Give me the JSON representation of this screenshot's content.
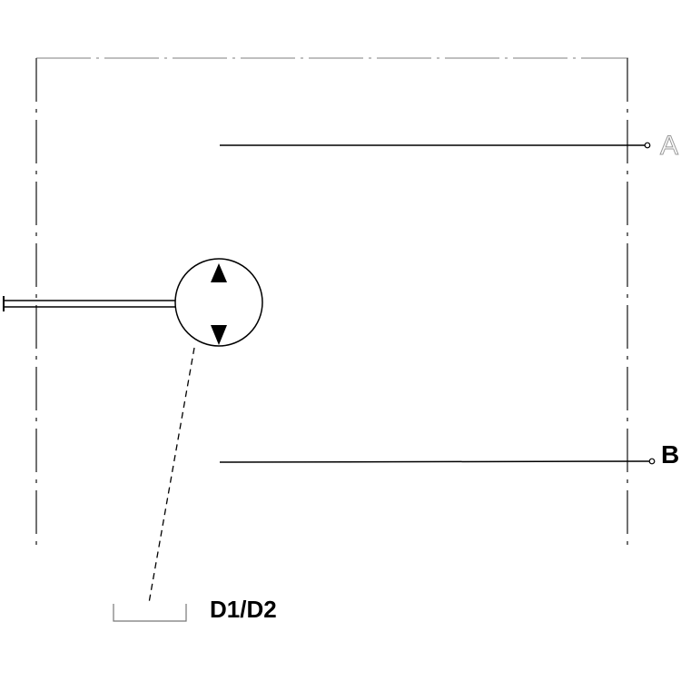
{
  "diagram": {
    "ports": {
      "a": "A",
      "b": "B",
      "drain": "D1/D2"
    },
    "components": {
      "pump_motor": {
        "symbol": "circle-with-two-direction-triangles"
      },
      "drive_shaft": {
        "symbol": "double-line-shaft"
      },
      "housing": {
        "symbol": "dash-dot-enclosure"
      }
    },
    "colors": {
      "line": "#000000",
      "enclosure": "#333333",
      "faint_label": "#999999",
      "background": "#ffffff"
    }
  }
}
